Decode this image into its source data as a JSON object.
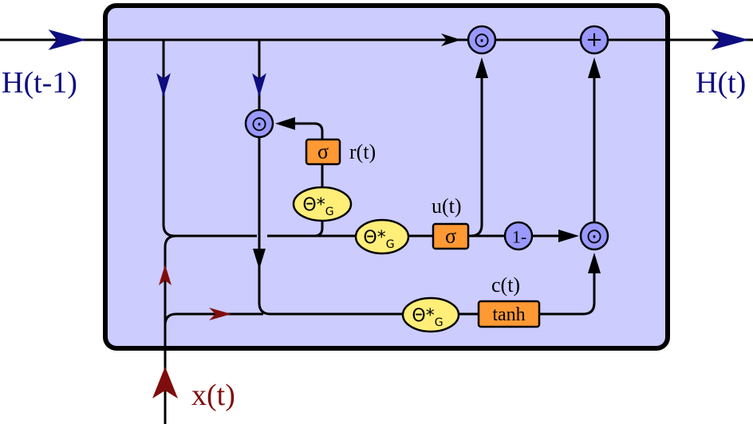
{
  "labels": {
    "h_prev": "H(t-1)",
    "h_next": "H(t)",
    "x_input": "x(t)",
    "reset_gate": "r(t)",
    "update_gate": "u(t)",
    "candidate": "c(t)"
  },
  "operators": {
    "hadamard": "⊙",
    "add": "+",
    "one_minus": "1-",
    "sigma": "σ",
    "tanh": "tanh",
    "graph_conv_main": "Θ*",
    "graph_conv_sub": "G"
  },
  "colors": {
    "cell_fill": "#ccccff",
    "cell_border": "#000000",
    "hidden_state": "#0d0d80",
    "input": "#800d0d",
    "operator_node": "#9999ff",
    "gate_box": "#ff9933",
    "graph_conv": "#ffee77"
  }
}
